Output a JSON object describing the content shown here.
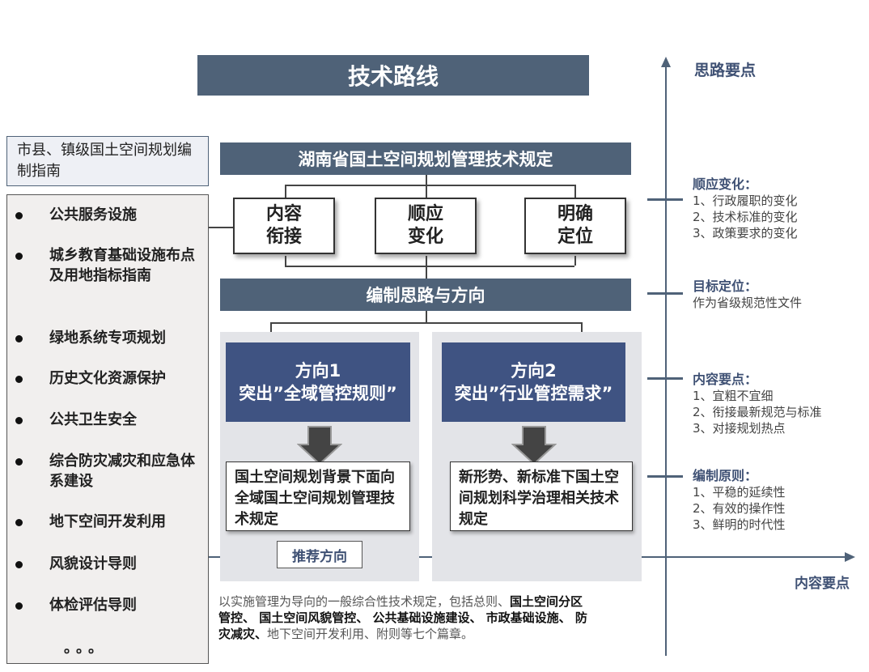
{
  "title": "技术路线",
  "axis": {
    "y_label": "思路要点",
    "x_label": "内容要点"
  },
  "side": {
    "header": "市县、镇级国土空间规划编制指南",
    "items": [
      "公共服务设施",
      "城乡教育基础设施布点及用地指标指南",
      "绿地系统专项规划",
      "历史文化资源保护",
      "公共卫生安全",
      "综合防灾减灾和应急体系建设",
      "地下空间开发利用",
      "风貌设计导则",
      "体检评估导则"
    ],
    "more": "。。。"
  },
  "main": {
    "top_bar": "湖南省国土空间规划管理技术规定",
    "boxes": [
      "内容衔接",
      "顺应变化",
      "明确定位"
    ],
    "mid_bar": "编制思路与方向",
    "dir1": {
      "line1": "方向1",
      "line2": "突出”全域管控规则”",
      "body": "国土空间规划背景下面向全域国土空间规划管理技术规定"
    },
    "dir2": {
      "line1": "方向2",
      "line2": "突出”行业管控需求”",
      "body": "新形势、新标准下国土空间规划科学治理相关技术规定"
    },
    "recommend": "推荐方向"
  },
  "annotations": [
    {
      "head": "顺应变化：",
      "lines": [
        "1、行政履职的变化",
        "2、技术标准的变化",
        "3、政策要求的变化"
      ]
    },
    {
      "head": "目标定位：",
      "lines": [
        "作为省级规范性文件"
      ]
    },
    {
      "head": "内容要点：",
      "lines": [
        "1、宜粗不宜细",
        "2、衔接最新规范与标准",
        "3、对接规划热点"
      ]
    },
    {
      "head": "编制原则：",
      "lines": [
        "1、平稳的延续性",
        "2、有效的操作性",
        "3、鲜明的时代性"
      ]
    }
  ],
  "bottom": {
    "p1": "以实施管理为导向的一般综合性技术规定，包括总则、",
    "b1": "国土空间分区管控、 国土空间风貌管控、 公共基础设施建设、 市政基础设施、 防灾减灾、",
    "p2": "地下空间开发利用、附则等七个篇章。"
  },
  "colors": {
    "bar": "#4f6278",
    "dir_head": "#3f5382",
    "panel": "#e3e4e8",
    "accent_text": "#3f5174"
  }
}
